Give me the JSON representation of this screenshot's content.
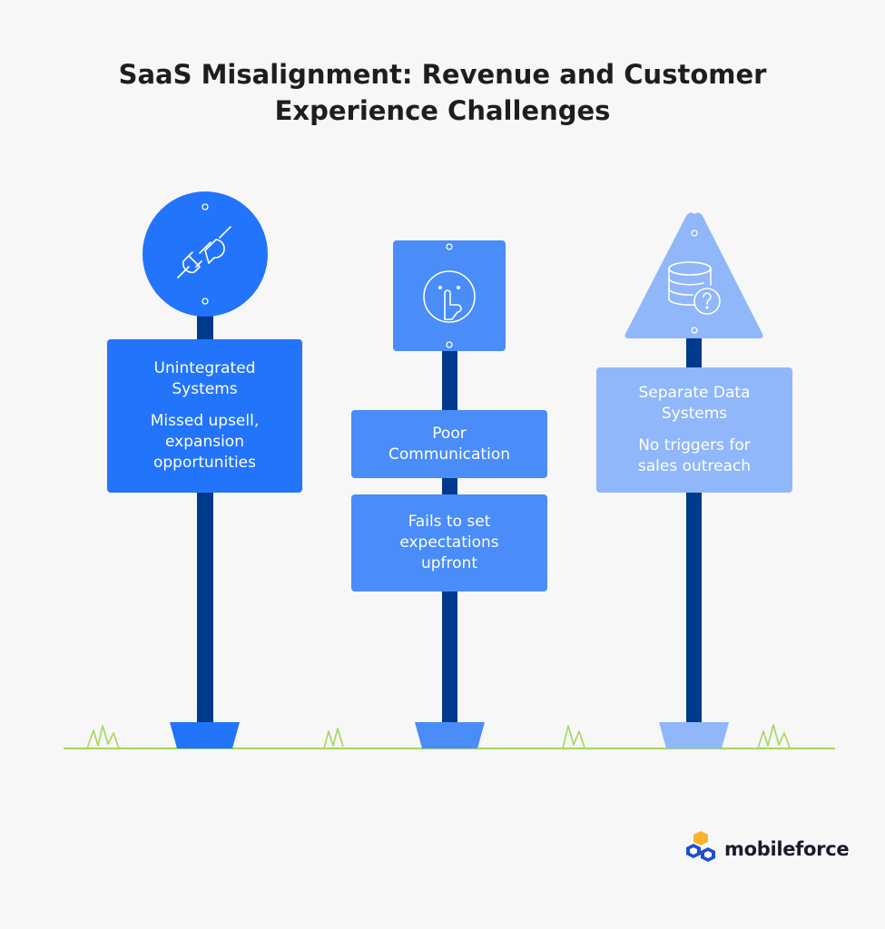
{
  "title": {
    "line1": "SaaS Misalignment: Revenue and Customer",
    "line2": "Experience Challenges"
  },
  "signs": [
    {
      "shape": "circle",
      "icon": "unplugged-connector-icon",
      "board": {
        "heading": [
          "Unintegrated",
          "Systems"
        ],
        "body": [
          "Missed upsell,",
          "expansion",
          "opportunities"
        ]
      },
      "color": "#2274fb"
    },
    {
      "shape": "square",
      "icon": "shush-face-icon",
      "boards": [
        {
          "lines": [
            "Poor",
            "Communication"
          ]
        },
        {
          "lines": [
            "Fails to set",
            "expectations",
            "upfront"
          ]
        }
      ],
      "color": "#4a8cf8"
    },
    {
      "shape": "triangle",
      "icon": "database-question-icon",
      "board": {
        "heading": [
          "Separate Data",
          "Systems"
        ],
        "body": [
          "No triggers for",
          "sales outreach"
        ]
      },
      "color": "#8fb7f9"
    }
  ],
  "colors": {
    "pole": "#003a8c",
    "grass": "#a4d65e",
    "background": "#f7f7f7"
  },
  "logo": {
    "text": "mobileforce"
  }
}
